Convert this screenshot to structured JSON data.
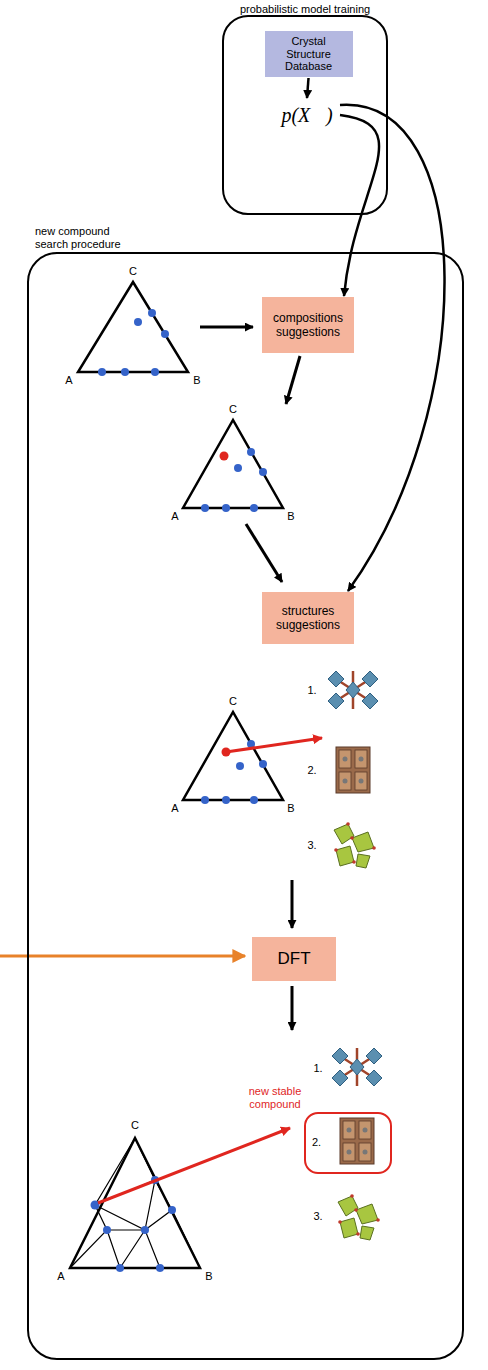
{
  "diagram": {
    "nodes": [
      {
        "text": [
          "probabilistic model training"
        ]
      },
      {
        "text": [
          "Crystal Structure Database"
        ],
        "in": 0
      },
      {
        "text": [
          "p(X⃗)"
        ],
        "in": 0
      },
      {
        "text": [
          "new compound search procedure"
        ]
      },
      {
        "text": [
          "compositions suggestions"
        ],
        "in": 3
      },
      {
        "text": [
          "structures suggestions"
        ],
        "in": 3
      },
      {
        "text": [
          "DFT"
        ],
        "in": 3
      },
      {
        "text": [
          "new stable compound",
          "2."
        ],
        "in": 3
      }
    ],
    "edges": [
      {
        "from": 1,
        "to": 2,
        "arrow": "to"
      },
      {
        "from": 2,
        "to": 4,
        "arrow": "to"
      },
      {
        "from": 2,
        "to": 5,
        "arrow": "to"
      }
    ],
    "labels": [
      "C",
      "A",
      "B",
      "C",
      "A",
      "B",
      "1.",
      "2.",
      "3.",
      "C",
      "A",
      "B",
      "C",
      "A",
      "B",
      "1.",
      "3."
    ]
  }
}
